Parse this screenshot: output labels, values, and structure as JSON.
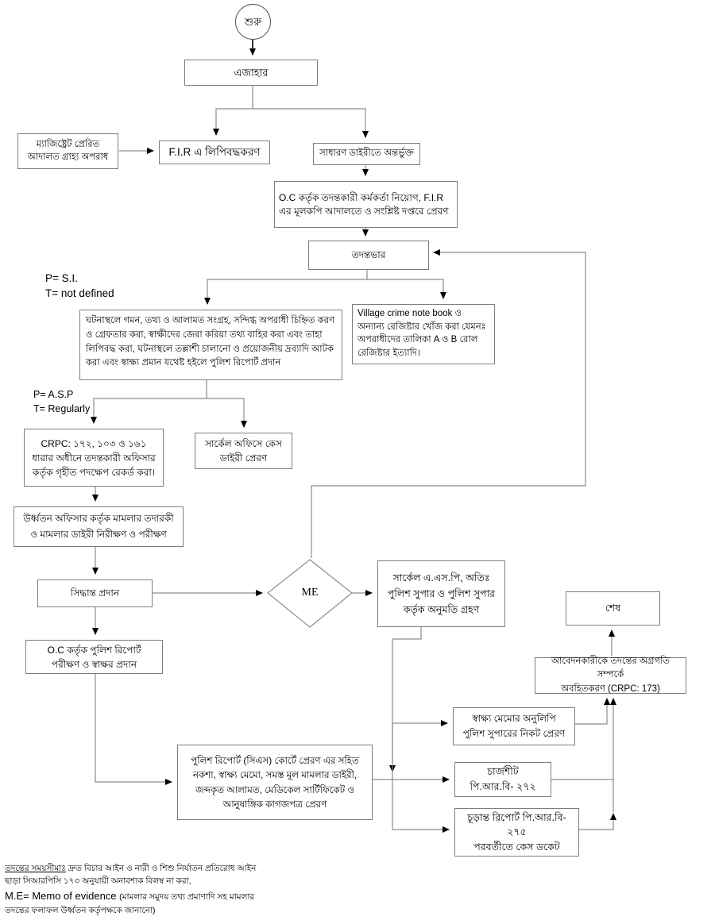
{
  "diagram": {
    "language": "Bengali",
    "colors": {
      "background": "#ffffff",
      "line": "#8c8c8c",
      "arrowhead": "#000000",
      "box_border": "#7d7d7d",
      "text": "#000000"
    },
    "nodes": {
      "start": {
        "label": "শুরু",
        "shape": "circle"
      },
      "ejahar": {
        "label": "এজাহার",
        "shape": "rect"
      },
      "magistrate": {
        "label": "ম্যাজিষ্ট্রেট প্রেরিত\nআদালত গ্রাহ্য অপরাধ",
        "shape": "rect"
      },
      "fir": {
        "label": "F.I.R এ লিপিবদ্ধকরণ",
        "shape": "rect"
      },
      "gd": {
        "label": "সাধারণ ডাইরীতে অন্তর্ভুক্ত",
        "shape": "rect"
      },
      "oc_assign": {
        "label": "O.C কর্তৃক তদন্তকারী কর্মকর্তা নিয়োগ, F.I.R\nএর মূলকপি আদালতে ও সংশ্লিষ্ট দপ্তরে প্রেরণ",
        "shape": "rect"
      },
      "charge": {
        "label": "তদন্তভার",
        "shape": "rect"
      },
      "investigation": {
        "label": "ঘটনাস্থলে গমন, তথ্য ও আলামত সংগ্রহ, সন্দিগ্ধ অপরাধী চিহ্নিত করণ ও গ্রেফতার করা, স্বাক্ষীদের জেরা করিয়া তথ্য বাহির করা এবং তাহা লিপিবদ্ধ করা, ঘটনাস্থলে তল্লাশী চালানো ও প্রয়োজনীয় দ্রব্যাদি আটক করা এবং স্বাক্ষ্য প্রমান যথেষ্ট হইলে পুলিশ রিপোর্ট প্রদান",
        "shape": "rect"
      },
      "village": {
        "label": "Village crime note book ও\nঅন্যান্য রেজিষ্টার খোঁজ করা যেমনঃ\nঅপরাধীদের তালিকা A ও B রোল\nরেজিষ্টার ইত্যাদি।",
        "shape": "rect"
      },
      "crpc": {
        "label": "CRPC: ১৭২, ১০৩ ও ১৬১\nধারার অধীনে তদন্তকারী অফিসার\nকর্তৃক গৃহীত পদক্ষেপ রেকর্ড করা।",
        "shape": "rect"
      },
      "circle_office": {
        "label": "সার্কেল অফিসে কেস\nডাইরী প্রেরণ",
        "shape": "rect"
      },
      "supervise": {
        "label": "উর্ধ্বতন অফিসার কর্তৃক মামলার তদারকী\nও মামলার ডাইরী নিরীক্ষণ ও পরীক্ষণ",
        "shape": "rect"
      },
      "decision": {
        "label": "সিদ্ধান্ত প্রদান",
        "shape": "rect"
      },
      "me": {
        "label": "ME",
        "shape": "diamond"
      },
      "asp_approval": {
        "label": "সার্কেল এ.এস.পি, অতিঃ\nপুলিশ সুপার ও পুলিশ সুপার\nকর্তৃক অনুমতি গ্রহণ",
        "shape": "rect"
      },
      "end": {
        "label": "শেষ",
        "shape": "rect"
      },
      "oc_report": {
        "label": "O.C কর্তৃক পুলিশ রিপোর্ট\nপরীক্ষণ ও স্বাক্ষর প্রদান",
        "shape": "rect"
      },
      "inform": {
        "label": "আবেদনকারীকে তদন্তের অগ্রগতি সম্পর্কে\nঅবহিতকরণ (CRPC: 173)",
        "shape": "rect"
      },
      "memo": {
        "label": "স্বাক্ষ্য মেমোর অনুলিপি\nপুলিশ সুপারের নিকট প্রেরণ",
        "shape": "rect"
      },
      "police_report": {
        "label": "পুলিশ রিপোর্ট (সিএস) কোর্টে প্রেরণ এর সহিত\nনকশা, স্বাক্ষ্য মেমো, সমস্ত মূল মামলার ডাইরী,\nজব্দকৃত আলামত, মেডিকেল সার্টিফিকেট ও\nআনুষাঙ্গিক কাগজপত্র প্রেরণ",
        "shape": "rect"
      },
      "chargesheet": {
        "label": "চার্জশীট\nপি.আর.বি- ২৭২",
        "shape": "rect"
      },
      "final_report": {
        "label": "চূড়ান্ত রিপোর্ট পি.আর.বি-\n২৭৫\nপরবর্তীতে কেস ডকেট",
        "shape": "rect"
      }
    },
    "annotations": {
      "pt_note_top": "P= S.I.\nT= not defined",
      "pt_note_bottom": "P= A.S.P\nT= Regularly"
    },
    "footnote": {
      "heading": "তদন্তের সময়সীমাঃ",
      "line1_rest": " দ্রুত বিচার আইন ও নারী ও শিশু নির্যাতন প্রতিরোধ আইন",
      "line2": "ছাড়া সিআরপিসি ১৭৩ অনুযায়ী অনাবশ্যক বিলম্ব না করা,",
      "line3_latin": "M.E= Memo of evidence ",
      "line3_bn": "(মামলার সমুদয় তথ্য প্রমাণাদি সহ মামলার",
      "line4": "তদন্তের ফলাফল উর্ধ্বতন কর্তৃপক্ষকে জানানো)"
    }
  }
}
